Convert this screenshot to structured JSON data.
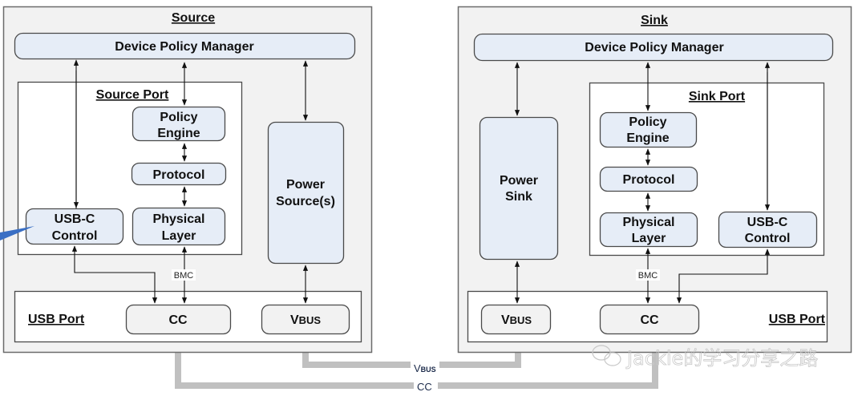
{
  "colors": {
    "device_fill": "#f2f2f2",
    "device_stroke": "#6b6b6b",
    "block_fill": "#e6edf7",
    "port_block_fill": "#f2f2f2",
    "block_stroke": "#4a4a4a",
    "cable": "#c0c0c0",
    "callout": "#3a6fc4"
  },
  "source": {
    "title": "Source",
    "dpm": "Device Policy Manager",
    "port_title": "Source Port",
    "policy_engine": [
      "Policy",
      "Engine"
    ],
    "protocol": "Protocol",
    "physical_layer": [
      "Physical",
      "Layer"
    ],
    "usbc_control": [
      "USB-C",
      "Control"
    ],
    "power": [
      "Power",
      "Source(s)"
    ],
    "usb_port_title": "USB Port",
    "cc": "CC",
    "vbus": "VBUS",
    "bmc": "BMC"
  },
  "sink": {
    "title": "Sink",
    "dpm": "Device Policy Manager",
    "port_title": "Sink Port",
    "policy_engine": [
      "Policy",
      "Engine"
    ],
    "protocol": "Protocol",
    "physical_layer": [
      "Physical",
      "Layer"
    ],
    "usbc_control": [
      "USB-C",
      "Control"
    ],
    "power": [
      "Power",
      "Sink"
    ],
    "usb_port_title": "USB Port",
    "cc": "CC",
    "vbus": "VBUS",
    "bmc": "BMC"
  },
  "cables": {
    "vbus_label_main": "V",
    "vbus_label_sub": "BUS",
    "cc_label": "CC"
  },
  "watermark": "Jackie的学习分享之路"
}
